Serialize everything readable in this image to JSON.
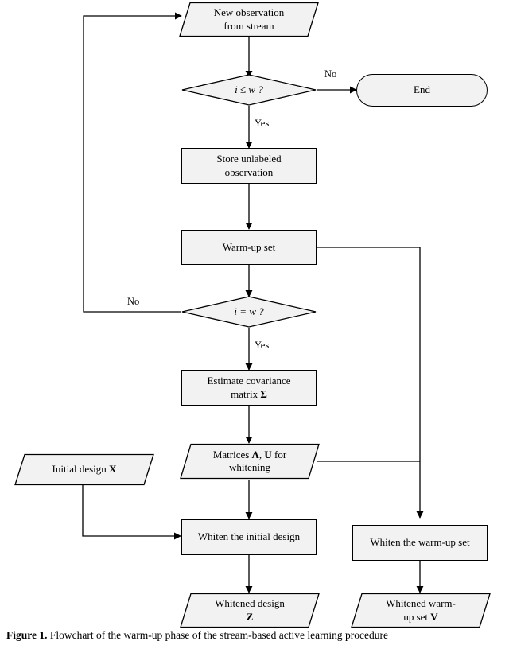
{
  "figure": {
    "caption_prefix": "Figure 1.",
    "caption_text": "Flowchart of the warm-up phase of the stream-based active learning procedure"
  },
  "nodes": {
    "new_observation": {
      "line1": "New observation",
      "line2": "from stream",
      "shape": "parallelogram"
    },
    "decision_i_le_w": {
      "text_math": "i ≤ w ?",
      "shape": "diamond"
    },
    "end": {
      "label": "End",
      "shape": "stadium"
    },
    "store_unlabeled": {
      "line1": "Store unlabeled",
      "line2": "observation",
      "shape": "rect"
    },
    "warmup_set": {
      "label": "Warm-up set",
      "shape": "rect"
    },
    "decision_i_eq_w": {
      "text_math": "i = w ?",
      "shape": "diamond"
    },
    "estimate_covariance": {
      "line1": "Estimate covariance",
      "line2_pre": "matrix ",
      "line2_sym": "Σ",
      "shape": "rect"
    },
    "matrices_whitening": {
      "line1_pre": "Matrices ",
      "line1_sym1": "Λ",
      "line1_mid": ", ",
      "line1_sym2": "U",
      "line1_post": " for",
      "line2": "whitening",
      "shape": "parallelogram"
    },
    "initial_design": {
      "label_pre": "Initial design ",
      "label_sym": "X",
      "shape": "parallelogram"
    },
    "whiten_initial_design": {
      "label": "Whiten the initial design",
      "shape": "rect"
    },
    "whiten_warmup_set": {
      "label": "Whiten the warm-up set",
      "shape": "rect"
    },
    "whitened_design": {
      "line1": "Whitened design",
      "line2_sym": "Z",
      "shape": "parallelogram"
    },
    "whitened_warmup": {
      "line1": "Whitened warm-",
      "line2_pre": "up set ",
      "line2_sym": "V",
      "shape": "parallelogram"
    }
  },
  "edge_labels": {
    "no_to_end": "No",
    "yes_to_store": "Yes",
    "no_loop_back": "No",
    "yes_to_estimate": "Yes"
  },
  "colors": {
    "node_fill": "#f2f2f2",
    "node_stroke": "#000000",
    "edge_stroke": "#000000",
    "background": "#ffffff"
  }
}
